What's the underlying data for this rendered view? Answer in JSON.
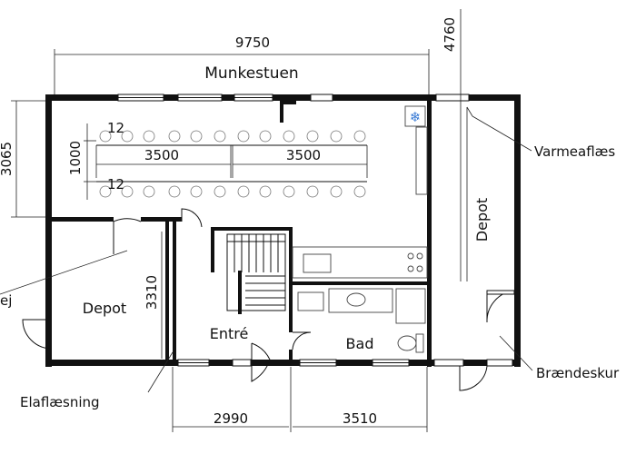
{
  "dimensions": {
    "total_width": "9750",
    "total_depth": "4760",
    "hall_depth": "3065",
    "table_length_left": "3500",
    "table_length_right": "3500",
    "table_width": "1000",
    "seats_top": "12",
    "seats_bottom": "12",
    "depot_left_depth": "3310",
    "entre_width": "2990",
    "bad_width": "3510"
  },
  "rooms": {
    "main_hall": "Munkestuen",
    "depot_left": "Depot",
    "depot_right": "Depot",
    "entrance": "Entré",
    "bathroom": "Bad"
  },
  "annotations": {
    "heat_meter": "Varmeaflæs",
    "left_partial": "ej",
    "electric_meter": "Elaflæsning",
    "woodshed": "Brændeskur"
  },
  "icons": {
    "snowflake": "snowflake-icon"
  }
}
